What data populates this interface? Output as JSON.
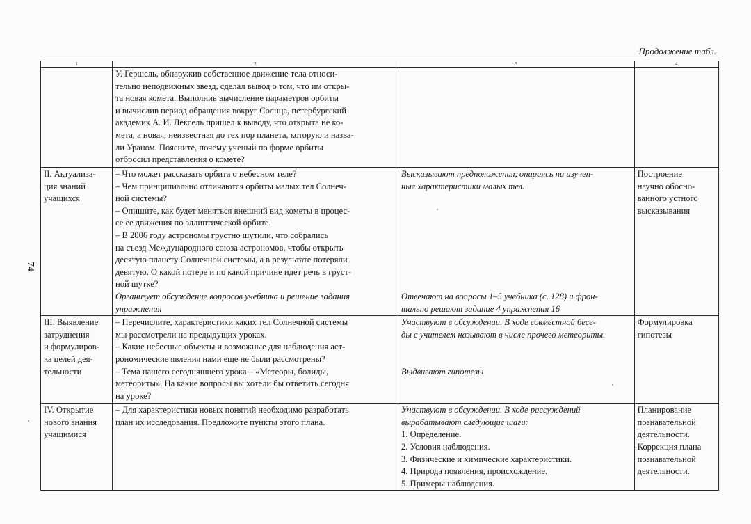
{
  "continuation_label": "Продолжение табл.",
  "page_number": "74",
  "header": [
    "1",
    "2",
    "3",
    "4"
  ],
  "rows": [
    {
      "col1": [],
      "col2": [
        "У. Гершель, обнаружив собственное движение тела относи-",
        "тельно неподвижных звезд, сделал вывод о том, что им откры-",
        "та новая комета. Выполнив вычисление параметров орбиты",
        "и вычислив период обращения вокруг Солнца, петербургский",
        "академик А. И. Лексель пришел к выводу, что открыта не ко-",
        "мета, а новая, неизвестная до тех пор планета, которую и назва-",
        "ли Ураном. Поясните, почему ученый по форме орбиты",
        "отбросил представления о комете?"
      ],
      "col3_top": [],
      "col3_bottom": [],
      "col4": []
    },
    {
      "col1": [
        "II. Актуализа-",
        "ция знаний",
        "учащихся"
      ],
      "col2": [
        "– Что может рассказать орбита о небесном теле?",
        "– Чем принципиально отличаются орбиты малых тел Солнеч-",
        "ной системы?",
        "– Опишите, как будет меняться внешний вид кометы в процес-",
        "се ее движения по эллиптической орбите.",
        "– В 2006 году астрономы грустно шутили, что собрались",
        "на съезд Международного союза астрономов, чтобы открыть",
        "десятую планету Солнечной системы, а в результате потеряли",
        "девятую. О какой потере и по какой причине идет речь в груст-",
        "ной шутке?"
      ],
      "col2_italic": [
        "Организует обсуждение вопросов учебника и решение задания",
        "упражнения"
      ],
      "col3_top": [
        "Высказывают предположения, опираясь на изучен-",
        "ные характеристики малых тел."
      ],
      "col3_bottom": [
        "Отвечают на вопросы 1–5 учебника (с. 128) и фрон-",
        "тально решают задание 4 упражнения 16"
      ],
      "col4": [
        "Построение",
        "научно обосно-",
        "ванного устного",
        "высказывания"
      ]
    },
    {
      "col1": [
        "III. Выявление",
        "затруднения",
        "и формулиров-",
        "ка целей дея-",
        "тельности"
      ],
      "col2": [
        "– Перечислите, характеристики каких тел Солнечной системы",
        "мы рассмотрели на предыдущих уроках.",
        "– Какие небесные объекты и возможные для наблюдения аст-",
        "рономические явления нами еще не были рассмотрены?",
        "– Тема нашего сегодняшнего урока – «Метеоры, болиды,",
        "метеориты». На какие вопросы вы хотели бы ответить сегодня",
        "на уроке?"
      ],
      "col3_top": [
        "Участвуют в обсуждении. В ходе совместной бесе-",
        "ды с учителем называют в числе прочего метеориты."
      ],
      "col3_bottom": [
        "Выдвигают гипотезы"
      ],
      "col4": [
        "Формулировка",
        "гипотезы"
      ]
    },
    {
      "col1": [
        "IV. Открытие",
        "нового знания",
        "учащимися"
      ],
      "col2": [
        "– Для характеристики новых понятий необходимо разработать",
        "план их исследования. Предложите пункты этого плана."
      ],
      "col3_italic": [
        "Участвуют в обсуждении. В ходе рассуждений",
        "вырабатывают следующие шаги:"
      ],
      "col3_list": [
        "1. Определение.",
        "2. Условия наблюдения.",
        "3. Физические и химические характеристики.",
        "4. Природа появления, происхождение.",
        "5. Примеры наблюдения."
      ],
      "col4": [
        "Планирование",
        "познавательной",
        "деятельности.",
        "Коррекция плана",
        "познавательной",
        "деятельности."
      ]
    }
  ]
}
